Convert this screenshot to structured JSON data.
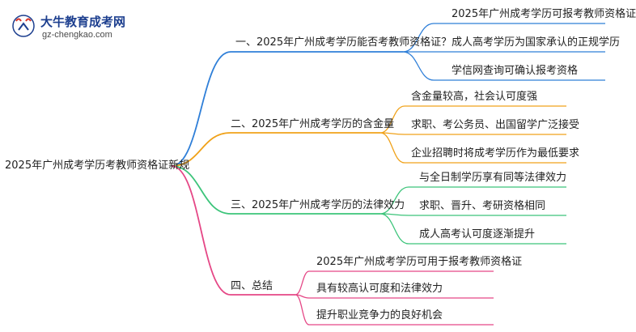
{
  "logo": {
    "name": "大牛教育成考网",
    "url": "gz-chengkao.com",
    "mark_text": "大牛"
  },
  "root": {
    "label": "2025年广州成考学历考教师资格证新规"
  },
  "branches": [
    {
      "label": "一、2025年广州成考学历能否考教师资格证？",
      "color": "#2f7fd8",
      "children": [
        "2025年广州成考学历可报考教师资格证",
        "成人高考学历为国家承认的正规学历",
        "学信网查询可确认报考资格"
      ]
    },
    {
      "label": "二、2025年广州成考学历的含金量",
      "color": "#f0a21a",
      "children": [
        "含金量较高，社会认可度强",
        "求职、考公务员、出国留学广泛接受",
        "企业招聘时将成考学历作为最低要求"
      ]
    },
    {
      "label": "三、2025年广州成考学历的法律效力",
      "color": "#3cc47a",
      "children": [
        "与全日制学历享有同等法律效力",
        "求职、晋升、考研资格相同",
        "成人高考认可度逐渐提升"
      ]
    },
    {
      "label": "四、总结",
      "color": "#e54786",
      "children": [
        "2025年广州成考学历可用于报考教师资格证",
        "具有较高认可度和法律效力",
        "提升职业竞争力的良好机会"
      ]
    }
  ]
}
